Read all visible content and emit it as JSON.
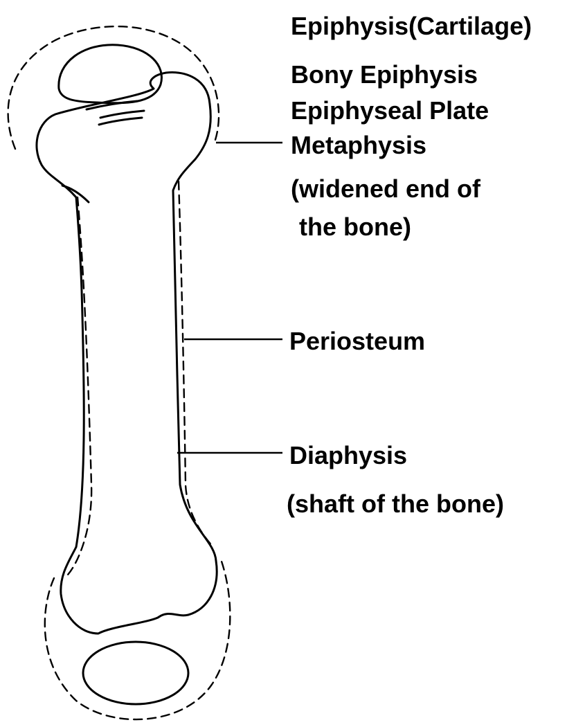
{
  "labels": {
    "epiphysis_cartilage": "Epiphysis(Cartilage)",
    "bony_epiphysis": "Bony Epiphysis",
    "epiphyseal_plate": "Epiphyseal Plate",
    "metaphysis": "Metaphysis",
    "metaphysis_note_line1": "(widened end of",
    "metaphysis_note_line2": "the bone)",
    "periosteum": "Periosteum",
    "diaphysis": "Diaphysis",
    "diaphysis_note": "(shaft of the bone)"
  }
}
